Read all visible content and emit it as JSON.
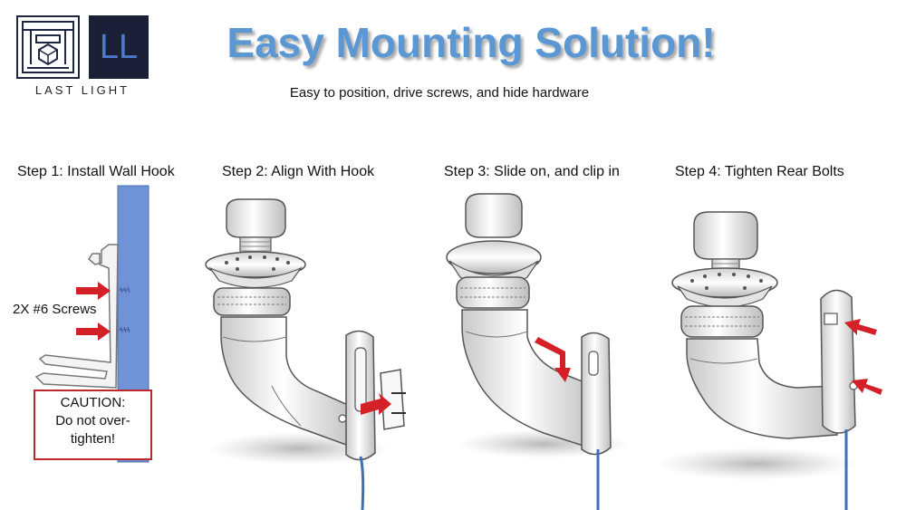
{
  "brand": {
    "logo_text": "LL",
    "name": "LAST LIGHT"
  },
  "title": "Easy Mounting Solution!",
  "subtitle": "Easy to position, drive screws, and hide hardware",
  "steps": [
    {
      "label": "Step 1: Install Wall Hook"
    },
    {
      "label": "Step 2: Align With Hook"
    },
    {
      "label": "Step 3: Slide on, and clip in"
    },
    {
      "label": "Step 4: Tighten Rear Bolts"
    }
  ],
  "step1": {
    "screws_label": "2X #6 Screws",
    "caution": [
      "CAUTION:",
      "Do not over-",
      "tighten!"
    ]
  },
  "colors": {
    "title": "#5b97d3",
    "wall": "#6f93d6",
    "arrow": "#d42027",
    "cable": "#3f6fb8",
    "caution_border": "#c0272d"
  },
  "icons": [
    "printer-logo-icon",
    "arrow-right-icon",
    "arrow-bend-down-icon"
  ]
}
